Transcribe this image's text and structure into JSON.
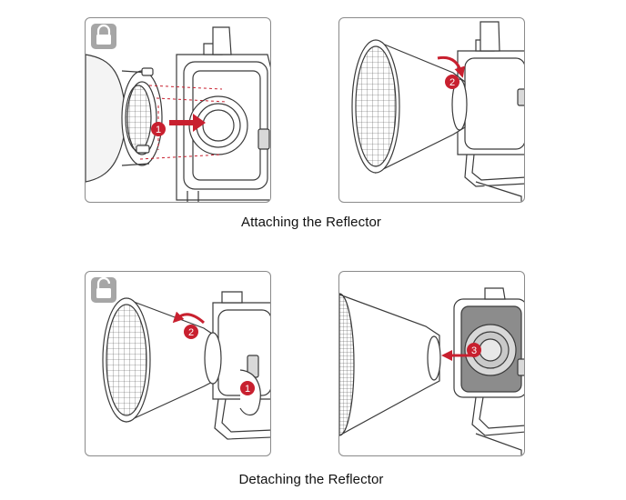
{
  "colors": {
    "accent_red": "#c8202f",
    "line": "#3a3a3a",
    "panel_border": "#8a8a8a",
    "lock_badge": "#a6a6a6"
  },
  "captions": {
    "attach": "Attaching the Reflector",
    "detach": "Detaching the Reflector"
  },
  "panels": [
    {
      "step": "1",
      "icon": "lock-closed-icon"
    },
    {
      "step": "2",
      "icon": null
    },
    {
      "steps": [
        "2",
        "1"
      ],
      "icon": "lock-open-icon"
    },
    {
      "step": "3",
      "icon": null
    }
  ]
}
